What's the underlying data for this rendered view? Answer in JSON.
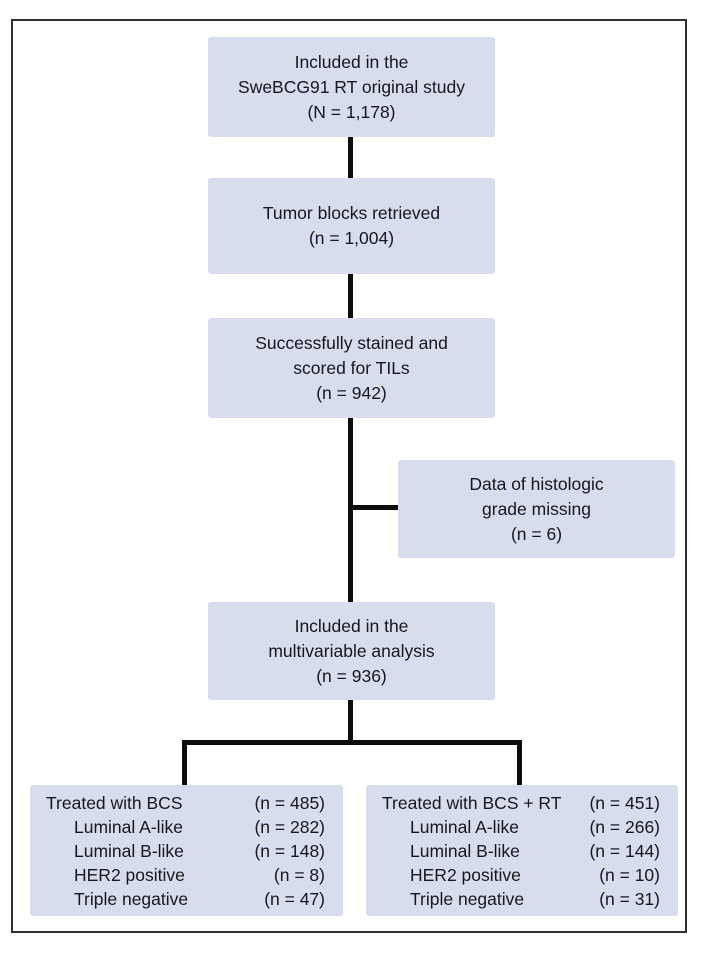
{
  "boxes": {
    "original_study": {
      "lines": [
        "Included in the",
        "SweBCG91 RT original study",
        "(N = 1,178)"
      ]
    },
    "tumor_blocks": {
      "lines": [
        "Tumor blocks retrieved",
        "(n = 1,004)"
      ]
    },
    "stained_scored": {
      "lines": [
        "Successfully stained and",
        "scored for TILs",
        "(n = 942)"
      ]
    },
    "grade_missing": {
      "lines": [
        "Data of histologic",
        "grade missing",
        "(n = 6)"
      ]
    },
    "multivariable": {
      "lines": [
        "Included in the",
        "multivariable analysis",
        "(n = 936)"
      ]
    },
    "bcs": {
      "rows": [
        {
          "label": "Treated with BCS",
          "value": "(n = 485)"
        },
        {
          "label": "Luminal A-like",
          "value": "(n = 282)"
        },
        {
          "label": "Luminal B-like",
          "value": "(n = 148)"
        },
        {
          "label": "HER2 positive",
          "value": "(n = 8)"
        },
        {
          "label": "Triple negative",
          "value": "(n = 47)"
        }
      ]
    },
    "bcs_rt": {
      "rows": [
        {
          "label": "Treated with BCS + RT",
          "value": "(n = 451)"
        },
        {
          "label": "Luminal A-like",
          "value": "(n = 266)"
        },
        {
          "label": "Luminal B-like",
          "value": "(n = 144)"
        },
        {
          "label": "HER2 positive",
          "value": "(n = 10)"
        },
        {
          "label": "Triple negative",
          "value": "(n = 31)"
        }
      ]
    }
  },
  "colors": {
    "box_fill": "#d7ddec",
    "connector": "#0d0d0d",
    "frame_border": "#2f2f2f",
    "text": "#17171f"
  }
}
